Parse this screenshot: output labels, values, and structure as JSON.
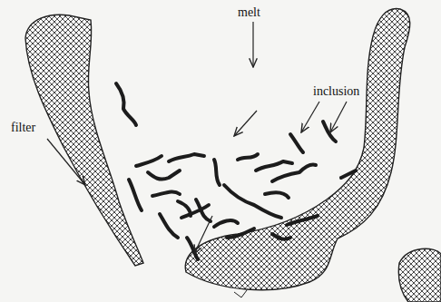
{
  "diagram": {
    "labels": [
      "melt",
      "inclusion",
      "filter"
    ]
  }
}
